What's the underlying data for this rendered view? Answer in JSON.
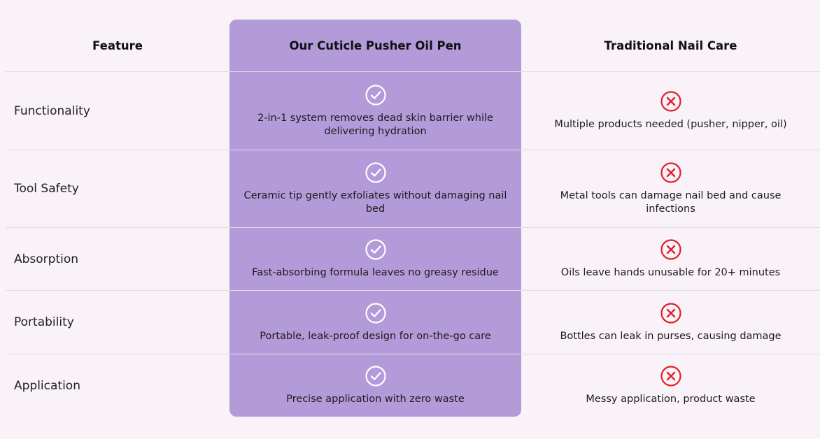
{
  "header": {
    "feature": "Feature",
    "ours": "Our Cuticle Pusher Oil Pen",
    "traditional": "Traditional Nail Care"
  },
  "rows": [
    {
      "feature": "Functionality",
      "ours": "2-in-1 system removes dead skin barrier while delivering hydration",
      "traditional": "Multiple products needed (pusher, nipper, oil)"
    },
    {
      "feature": "Tool Safety",
      "ours": "Ceramic tip gently exfoliates without damaging nail bed",
      "traditional": "Metal tools can damage nail bed and cause infections"
    },
    {
      "feature": "Absorption",
      "ours": "Fast-absorbing formula leaves no greasy residue",
      "traditional": "Oils leave hands unusable for 20+ minutes"
    },
    {
      "feature": "Portability",
      "ours": "Portable, leak-proof design for on-the-go care",
      "traditional": "Bottles can leak in purses, causing damage"
    },
    {
      "feature": "Application",
      "ours": "Precise application with zero waste",
      "traditional": "Messy application, product waste"
    }
  ],
  "icons": {
    "ours": "check-circle-icon",
    "traditional": "x-circle-icon"
  },
  "colors": {
    "background": "#f9f2f8",
    "highlight": "#b39ad9",
    "check": "#ffffff",
    "cross": "#e0202a"
  }
}
